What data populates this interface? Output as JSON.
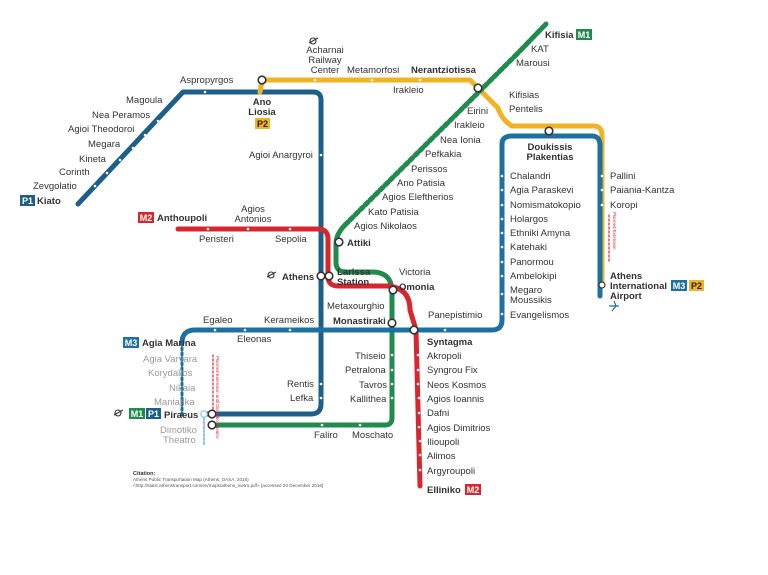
{
  "colors": {
    "m1": "#1f8b4c",
    "m2": "#d8262e",
    "m3": "#1d70a2",
    "p1": "#1d5f8a",
    "p2": "#f0b323",
    "transfer": "#ffffff"
  },
  "badges": {
    "p1": "P1",
    "p2": "P2",
    "m1": "M1",
    "m2": "M2",
    "m3": "M3"
  },
  "railway_icon": "OSE",
  "stations": {
    "kiato": "Kiato",
    "zevgolatio": "Zevgolatio",
    "corinth": "Corinth",
    "kineta": "Kineta",
    "megara": "Megara",
    "agioi_theodoroi": "Agioi Theodoroi",
    "nea_peramos": "Nea Peramos",
    "magoula": "Magoula",
    "aspropyrgos": "Aspropyrgos",
    "ano_liosia_1": "Ano",
    "ano_liosia_2": "Liosia",
    "acharnai_1": "Acharnai",
    "acharnai_2": "Railway",
    "acharnai_3": "Center",
    "metamorfosi": "Metamorfosi",
    "nerantziotissa": "Nerantziotissa",
    "irakleio_p": "Irakleio",
    "kifisias": "Kifisias",
    "pentelis": "Pentelis",
    "doukissis_1": "Doukissis",
    "doukissis_2": "Plakentias",
    "pallini": "Pallini",
    "paiania": "Paiania-Kantza",
    "koropi": "Koropi",
    "airport_1": "Athens",
    "airport_2": "International",
    "airport_3": "Airport",
    "kifisia": "Kifisia",
    "kat": "KAT",
    "marousi": "Marousi",
    "eirini": "Eirini",
    "irakleio_m": "Irakleio",
    "nea_ionia": "Nea Ionia",
    "pefkakia": "Pefkakia",
    "perissos": "Perissos",
    "ano_patisia": "Ano Patisia",
    "agios_eleftherios": "Agios Eleftherios",
    "kato_patisia": "Kato Patisia",
    "agios_nikolaos": "Agios Nikolaos",
    "attiki": "Attiki",
    "victoria": "Victoria",
    "omonia": "Omonia",
    "monastiraki": "Monastiraki",
    "thiseio": "Thiseio",
    "petralona": "Petralona",
    "tavros": "Tavros",
    "kallithea": "Kallithea",
    "moschato": "Moschato",
    "faliro": "Faliro",
    "piraeus": "Piraeus",
    "anthoupoli": "Anthoupoli",
    "peristeri": "Peristeri",
    "agios_antonios_1": "Agios",
    "agios_antonios_2": "Antonios",
    "sepolia": "Sepolia",
    "larissa_1": "Larissa",
    "larissa_2": "Station",
    "metaxourghio": "Metaxourghio",
    "syntagma": "Syntagma",
    "akropoli": "Akropoli",
    "syngrou": "Syngrou Fix",
    "neos_kosmos": "Neos Kosmos",
    "agios_ioannis": "Agios Ioannis",
    "dafni": "Dafni",
    "agios_dimitrios": "Agios Dimitrios",
    "ilioupoli": "Ilioupoli",
    "alimos": "Alimos",
    "argyroupoli": "Argyroupoli",
    "elliniko": "Elliniko",
    "agia_marina": "Agia Marina",
    "egaleo": "Egaleo",
    "eleonas": "Eleonas",
    "kerameikos": "Kerameikos",
    "panepistimio": "Panepistimio",
    "evangelismos": "Evangelismos",
    "megaro_1": "Megaro",
    "megaro_2": "Moussikis",
    "ambelokipi": "Ambelokipi",
    "panormou": "Panormou",
    "katehaki": "Katehaki",
    "ethniki_amyna": "Ethniki Amyna",
    "holargos": "Holargos",
    "nomismatokopio": "Nomismatokopio",
    "agia_paraskevi": "Agia Paraskevi",
    "chalandri": "Chalandri",
    "agioi_anargyroi": "Agioi Anargyroi",
    "athens": "Athens",
    "rentis": "Rentis",
    "lefka": "Lefka",
    "agia_varvara": "Agia Varvara",
    "korydallos": "Korydallos",
    "nikaia": "Nikaia",
    "maniatika": "Maniatika",
    "dimotiko_1": "Dimotiko",
    "dimotiko_2": "Theatro"
  },
  "notes": {
    "airport_vertical": "Planned Extension",
    "piraeus_vertical": "Planned Extension until Dimotiko Theatro"
  },
  "citation": {
    "heading": "Citation:",
    "line1": "Athens Public Transportation Map (Athens, OASA, 2016)",
    "line2": "<http://static.athenstransport.com/en/maps/athens_metro.pdf> [accessed 20 December 2016]"
  }
}
